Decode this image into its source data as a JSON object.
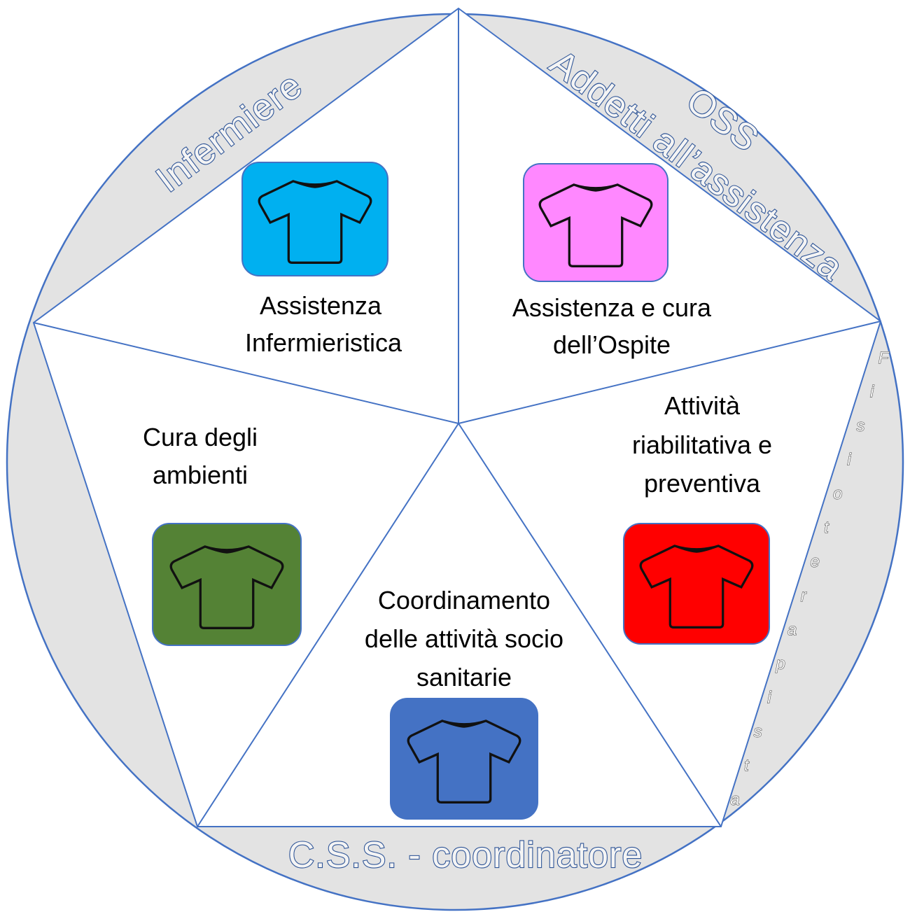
{
  "colors": {
    "circle_fill": "#e3e3e3",
    "outline": "#4472c4",
    "role_text_fill": "#f4f4f4",
    "role_text_stroke": "#2f5597",
    "shirt_stroke": "#111111"
  },
  "roles": {
    "infermiere": "Infermiere",
    "oss_line1": "OSS",
    "oss_line2": "Addetti all’assistenza",
    "fisioterapista": [
      "F",
      "i",
      "s",
      "i",
      "o",
      "t",
      "e",
      "r",
      "a",
      "p",
      "i",
      "s",
      "t",
      "a"
    ],
    "css": "C.S.S. - coordinatore"
  },
  "sections": [
    {
      "id": "infermieristica",
      "lines": [
        "Assistenza",
        "Infermieristica"
      ],
      "icon": "tshirt-icon",
      "color": "#00b0f0"
    },
    {
      "id": "ospite",
      "lines": [
        "Assistenza e cura",
        "dell’Ospite"
      ],
      "icon": "tshirt-icon",
      "color": "#ff88ff"
    },
    {
      "id": "riabilitativa",
      "lines": [
        "Attività",
        "riabilitativa e",
        "preventiva"
      ],
      "icon": "tshirt-icon",
      "color": "#ff0000"
    },
    {
      "id": "coordinamento",
      "lines": [
        "Coordinamento",
        "delle attività socio",
        "sanitarie"
      ],
      "icon": "tshirt-icon",
      "color": "#4472c4"
    },
    {
      "id": "ambienti",
      "lines": [
        "Cura degli",
        "ambienti"
      ],
      "icon": "tshirt-icon",
      "color": "#548235"
    }
  ]
}
